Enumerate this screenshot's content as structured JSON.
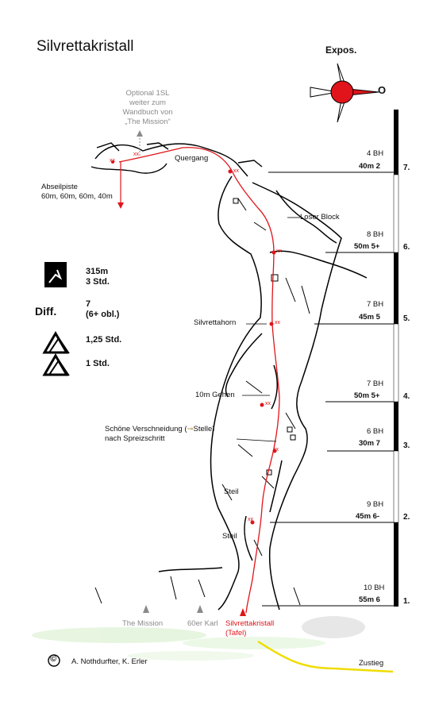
{
  "title": "Silvrettakristall",
  "compass": {
    "label": "Expos.",
    "direction": "O",
    "accent": "#e0141a"
  },
  "optional_note": [
    "Optional 1SL",
    "weiter zum",
    "Wandbuch von",
    "„The Mission“"
  ],
  "abseil": [
    "Abseilpiste",
    "60m, 60m, 60m, 40m"
  ],
  "labels": {
    "quergang": "Quergang",
    "loser_block": "Loser Block",
    "silvrettahorn": "Silvrettahorn",
    "gehen": "10m Gehen",
    "verschneidung_1": "Schöne Verschneidung (",
    "verschneidung_2": "Stelle)",
    "verschneidung_3": "nach Spreizschritt",
    "steil_1": "Steil",
    "steil_2": "Steil",
    "the_mission": "The Mission",
    "karl": "60er Karl",
    "start_1": "Silvrettakristall",
    "start_2": "(Tafel)",
    "zustieg": "Zustieg",
    "copyright_symbol": "©",
    "authors": "A. Nothdurfter, K. Erler"
  },
  "stats": {
    "length": "315m",
    "time": "3 Std.",
    "diff_label": "Diff.",
    "grade": "7",
    "grade_obl": "(6+ obl.)",
    "approach": "1,25 Std.",
    "descent": "1 Std."
  },
  "pitches": [
    {
      "bolts": "4 BH",
      "detail": "40m 2",
      "number": "7."
    },
    {
      "bolts": "8 BH",
      "detail": "50m 5+",
      "number": "6."
    },
    {
      "bolts": "7 BH",
      "detail": "45m 5",
      "number": "5."
    },
    {
      "bolts": "7 BH",
      "detail": "50m 5+",
      "number": "4."
    },
    {
      "bolts": "6 BH",
      "detail": "30m 7",
      "number": "3."
    },
    {
      "bolts": "9 BH",
      "detail": "45m 6-",
      "number": "2."
    },
    {
      "bolts": "10 BH",
      "detail": "55m 6",
      "number": "1."
    }
  ]
}
